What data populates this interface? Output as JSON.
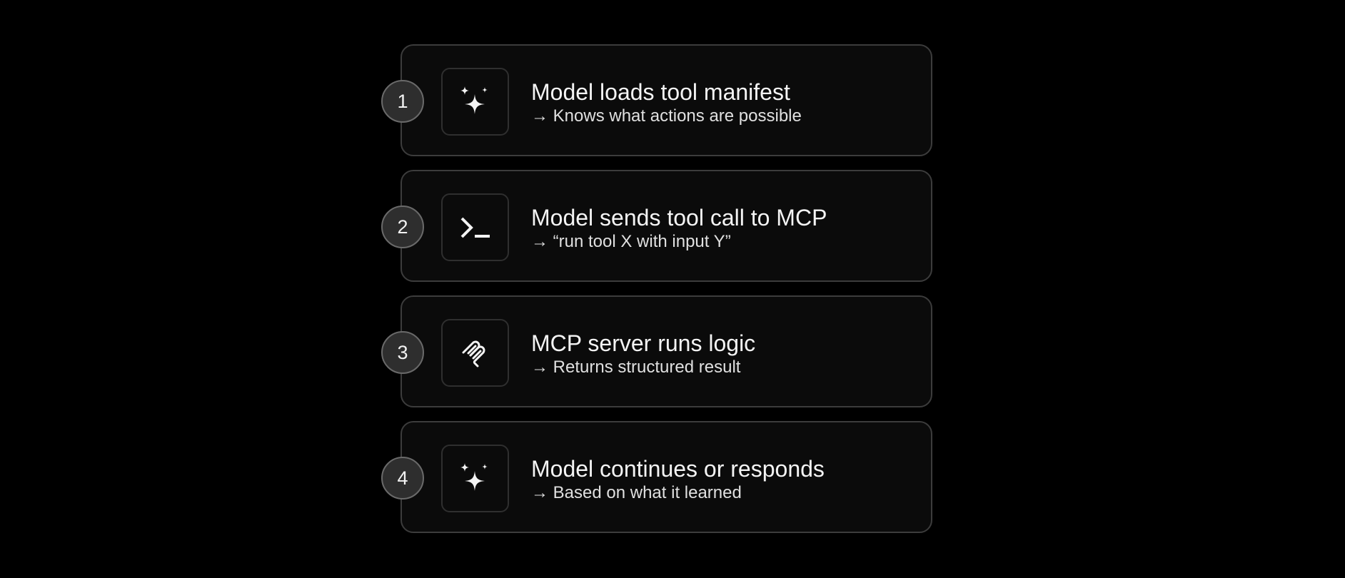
{
  "steps": [
    {
      "number": "1",
      "icon": "sparkles-icon",
      "title": "Model loads tool manifest",
      "subtitle": "→ Knows what actions are possible"
    },
    {
      "number": "2",
      "icon": "terminal-icon",
      "title": "Model sends tool call to MCP",
      "subtitle": "→ “run tool X with input Y”"
    },
    {
      "number": "3",
      "icon": "mcp-logo-icon",
      "title": "MCP server runs logic",
      "subtitle": "→ Returns structured result"
    },
    {
      "number": "4",
      "icon": "sparkles-icon",
      "title": "Model continues or responds",
      "subtitle": "→ Based on what it learned"
    }
  ]
}
